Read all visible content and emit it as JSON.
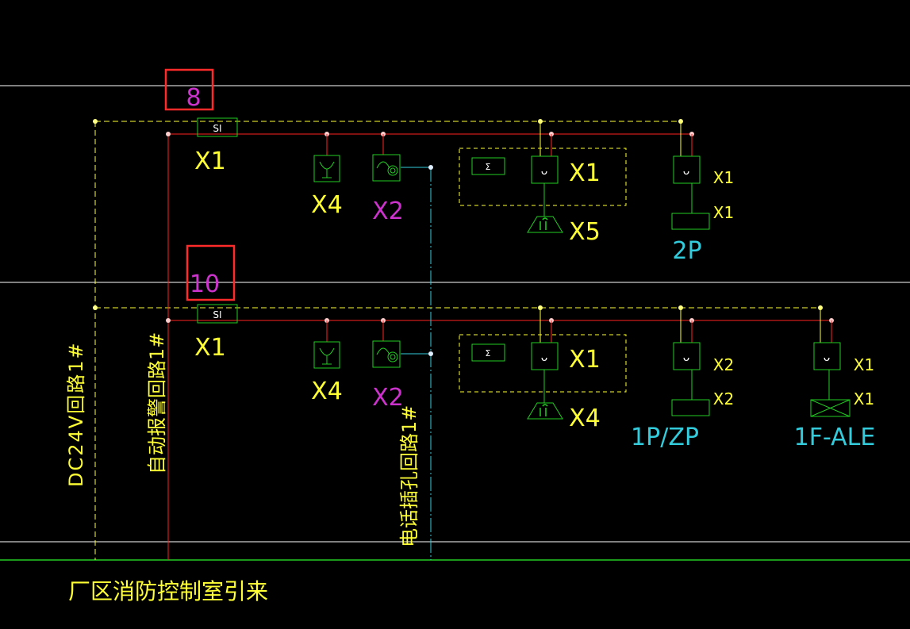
{
  "colors": {
    "background": "#000000",
    "white": "#ffffff",
    "yellow": "#ffff33",
    "red": "#ff2222",
    "green": "#22cc22",
    "cyan": "#33ccdd",
    "magenta": "#cc33cc",
    "highlight": "#ff2a2a"
  },
  "markers": {
    "top": "8",
    "bottom": "10"
  },
  "row1": {
    "si": "SI",
    "si_count": "X1",
    "sounder_count": "X4",
    "phone_count": "X2",
    "module_count": "X1",
    "beacon_count": "X5",
    "right_module_count": "X1",
    "right_box_count": "X1",
    "right_label": "2P"
  },
  "row2": {
    "si": "SI",
    "si_count": "X1",
    "sounder_count": "X4",
    "phone_count": "X2",
    "module_count": "X1",
    "beacon_count": "X4",
    "mid_module_count": "X2",
    "mid_box_count": "X2",
    "mid_label": "1P/ZP",
    "right_module_count": "X1",
    "right_box_count": "X1",
    "right_label": "1F-ALE"
  },
  "vertical_labels": {
    "dc_loop": "DC24V回路1#",
    "alarm_loop": "自动报警回路1#",
    "phone_loop": "电话插孔回路1#"
  },
  "footer": "厂区消防控制室引来",
  "glyphs": {
    "module_icon": "ᴗ",
    "m_icon": "Σ"
  }
}
